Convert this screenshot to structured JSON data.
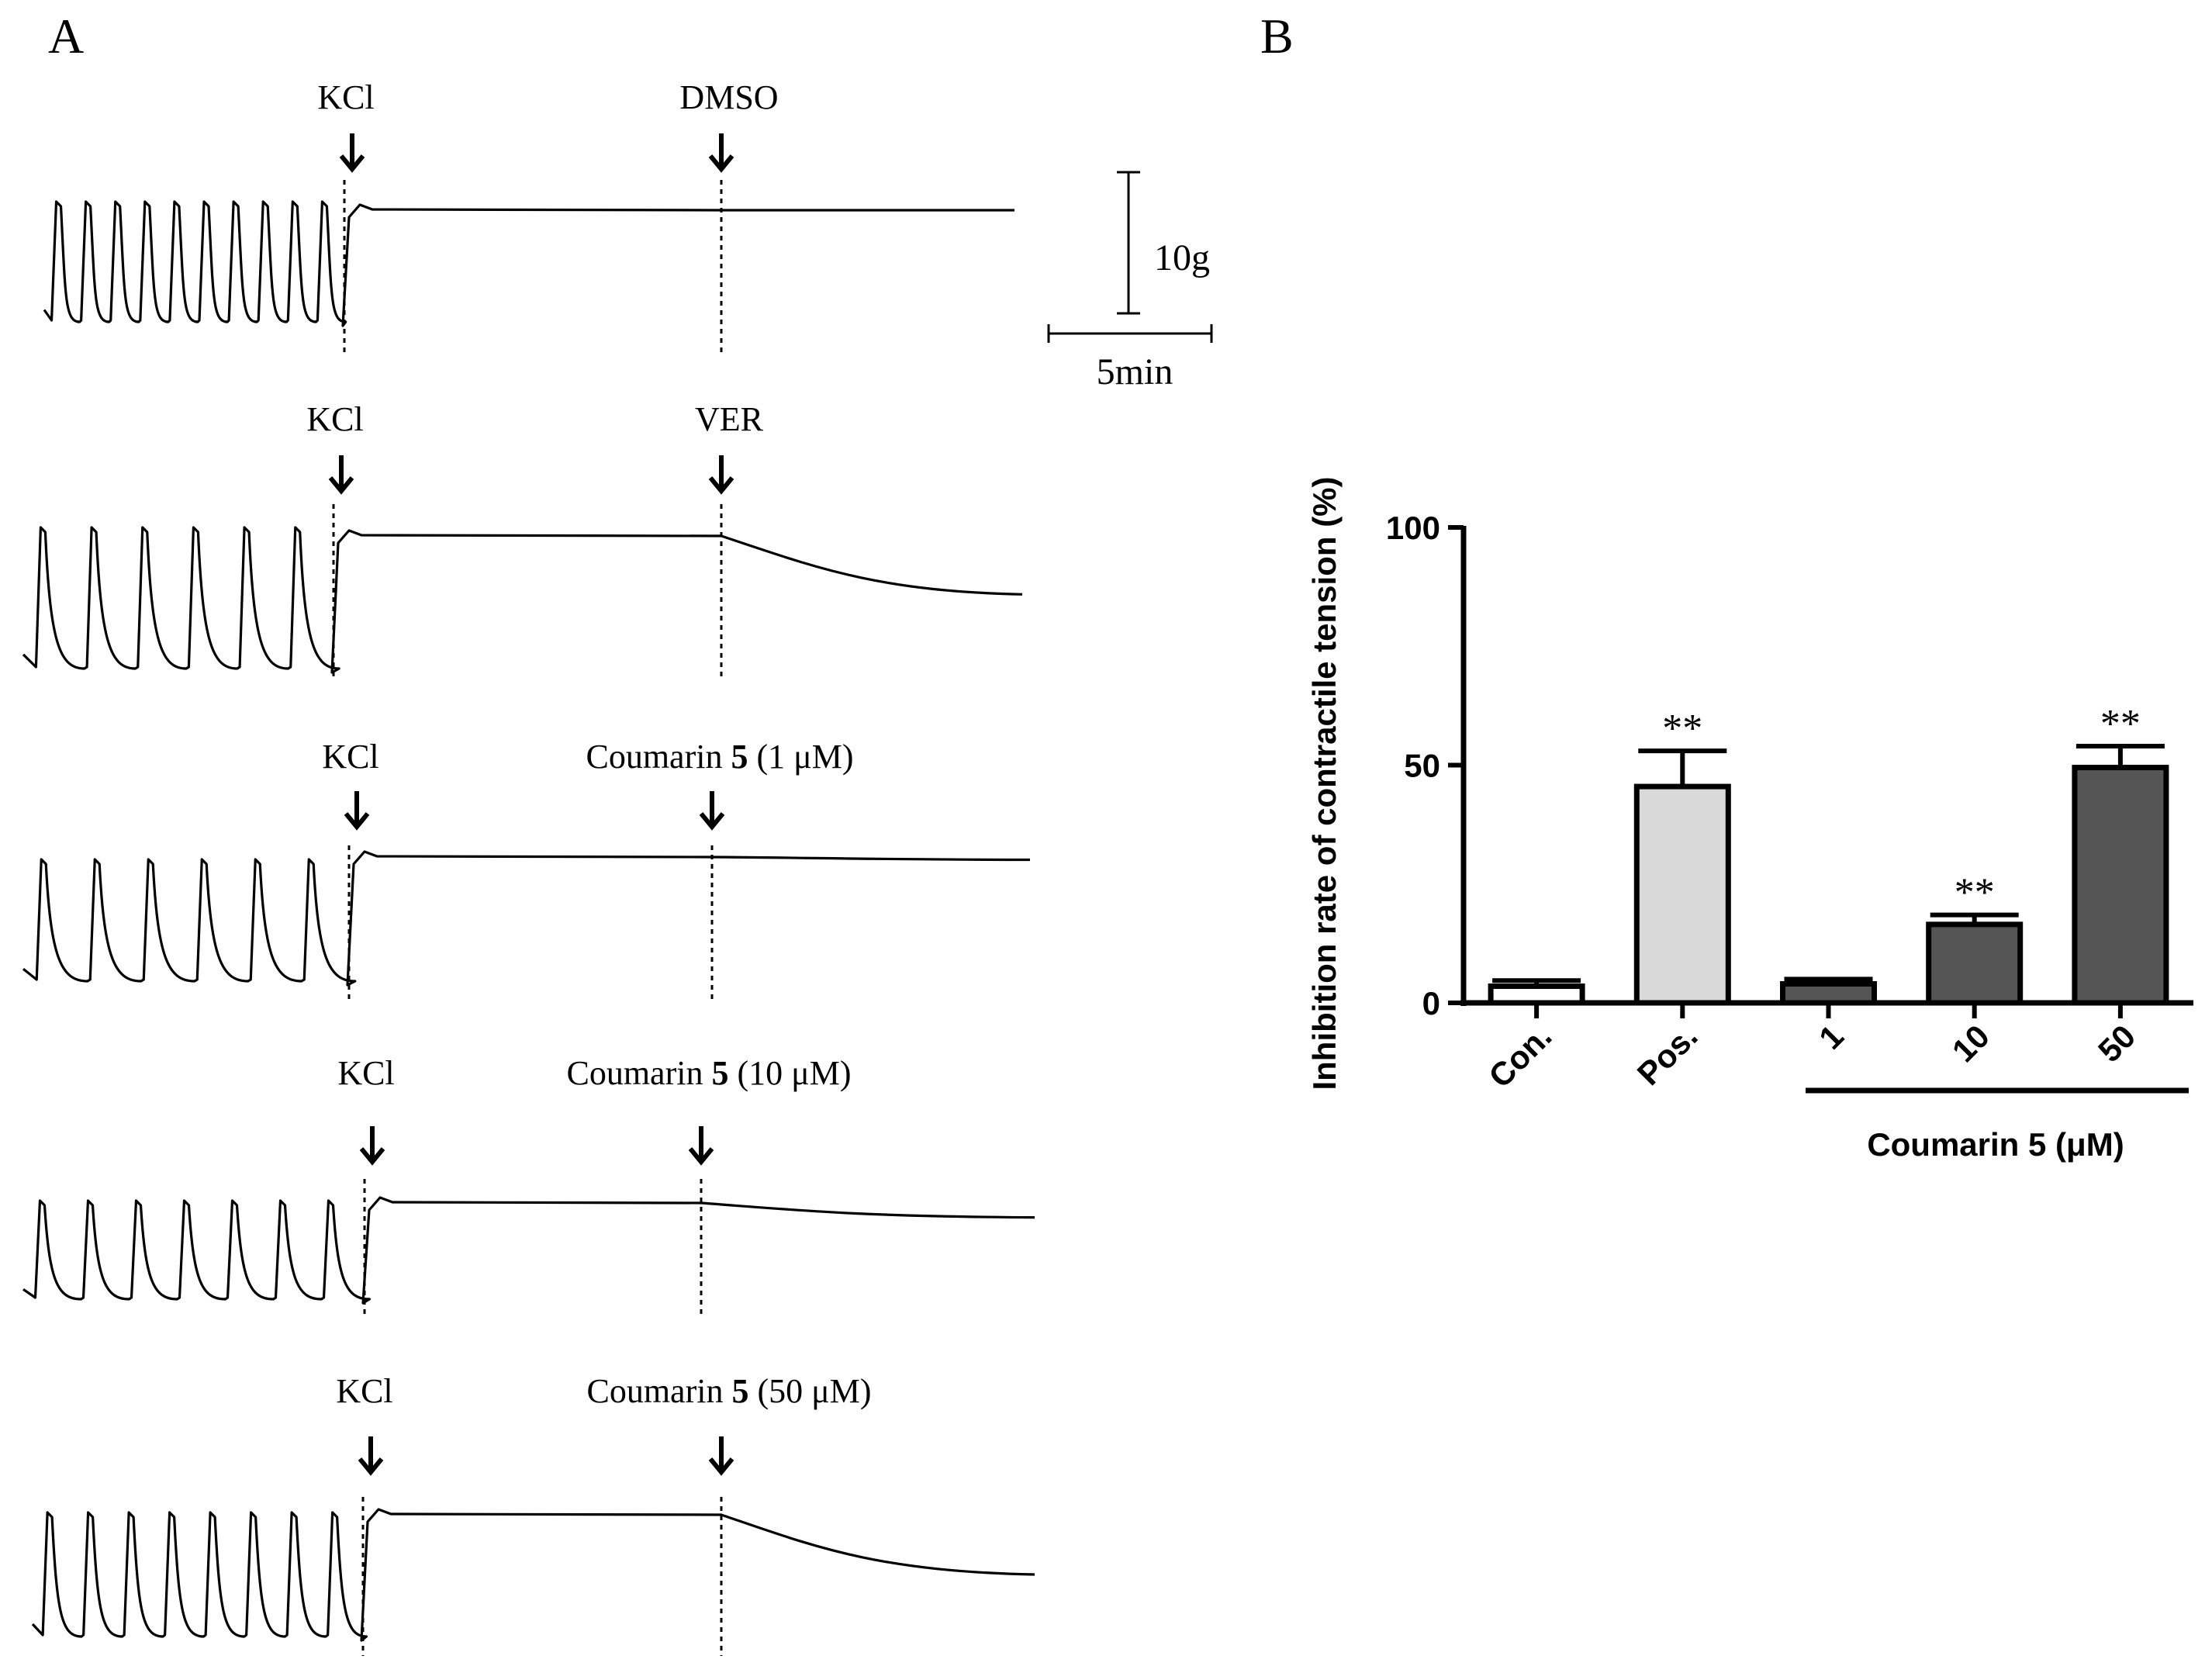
{
  "panel_a": {
    "label": "A",
    "traces": [
      {
        "kcl_label": "KCl",
        "drug_label": "DMSO",
        "drug_bold": "",
        "drug_suffix": "",
        "final_relaxation": 0.0
      },
      {
        "kcl_label": "KCl",
        "drug_label": "VER",
        "drug_bold": "",
        "drug_suffix": "",
        "final_relaxation": 0.45
      },
      {
        "kcl_label": "KCl",
        "drug_label": "Coumarin ",
        "drug_bold": "5",
        "drug_suffix": " (1 μM)",
        "final_relaxation": 0.04
      },
      {
        "kcl_label": "KCl",
        "drug_label": "Coumarin ",
        "drug_bold": "5",
        "drug_suffix": " (10 μM)",
        "final_relaxation": 0.17
      },
      {
        "kcl_label": "KCl",
        "drug_label": "Coumarin ",
        "drug_bold": "5",
        "drug_suffix": " (50 μM)",
        "final_relaxation": 0.5
      }
    ],
    "scale_bar": {
      "force_label": "10g",
      "time_label": "5min"
    }
  },
  "chart_data": {
    "type": "bar",
    "panel_label": "B",
    "categories": [
      "Con.",
      "Pos.",
      "1",
      "10",
      "50"
    ],
    "values": [
      3.5,
      45.5,
      4.0,
      16.5,
      49.5
    ],
    "errors": [
      1.2,
      7.5,
      1.0,
      2.0,
      4.5
    ],
    "significance": [
      "",
      "**",
      "",
      "**",
      "**"
    ],
    "bar_colors": [
      "#ffffff",
      "#d9d9d9",
      "#555555",
      "#555555",
      "#555555"
    ],
    "ylabel": "Inhibition rate of contractile tension (%)",
    "yticks": [
      0,
      50,
      100
    ],
    "ylim": [
      0,
      100
    ],
    "group_label": "Coumarin ",
    "group_label_bold": "5",
    "group_label_suffix": " (μM)"
  }
}
